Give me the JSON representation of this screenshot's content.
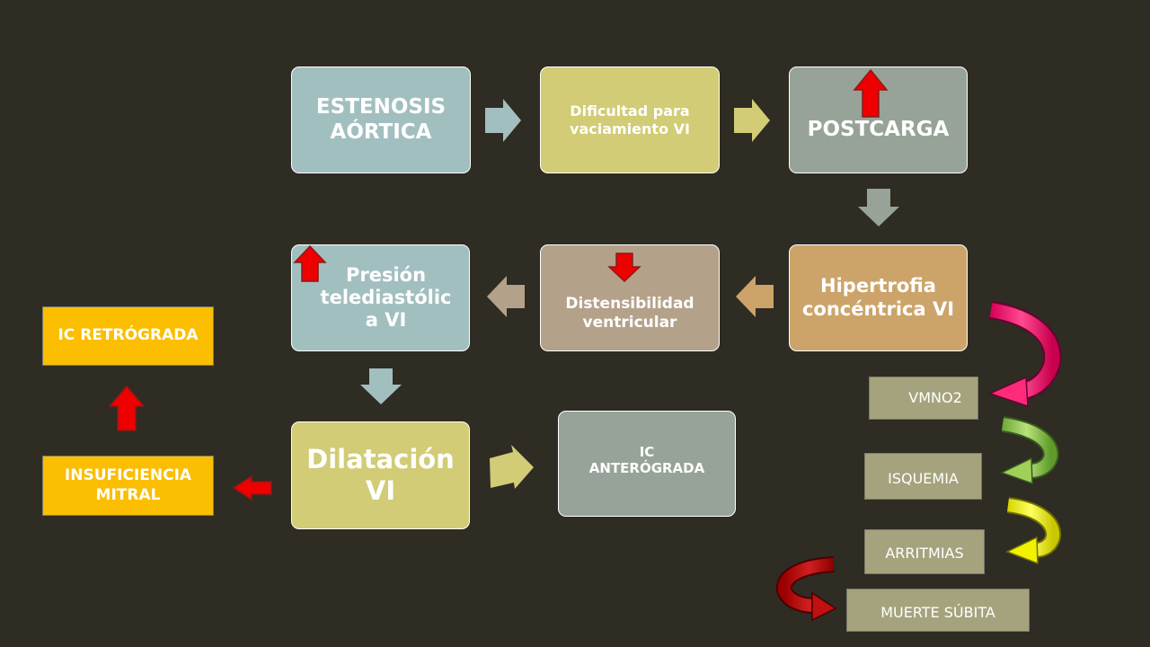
{
  "nodes": {
    "estenosis": "ESTENOSIS AÓRTICA",
    "dificultad": "Dificultad para vaciamiento VI",
    "postcarga": "POSTCARGA",
    "hipertrofia": "Hipertrofia concéntrica VI",
    "distensibilidad": "Distensibilidad ventricular",
    "presion": "Presión telediastólic a VI",
    "dilatacion": "Dilatación VI",
    "ic_anterograda": "IC ANTERÓGRADA",
    "insuficiencia": "INSUFICIENCIA MITRAL",
    "ic_retrograda": "IC RETRÓGRADA",
    "vmno2": "VMNO2",
    "isquemia": "ISQUEMIA",
    "arritmias": "ARRITMIAS",
    "muerte": "MUERTE SÚBITA"
  },
  "colors": {
    "background": "#2e2c23",
    "teal": "#a2bfc0",
    "olive": "#d1cc75",
    "gray_green": "#97a398",
    "tan": "#cca46a",
    "taupe": "#b4a18a",
    "orange_box": "#fbbe00",
    "side_box": "#a5a37d",
    "red": "#ee0000"
  }
}
